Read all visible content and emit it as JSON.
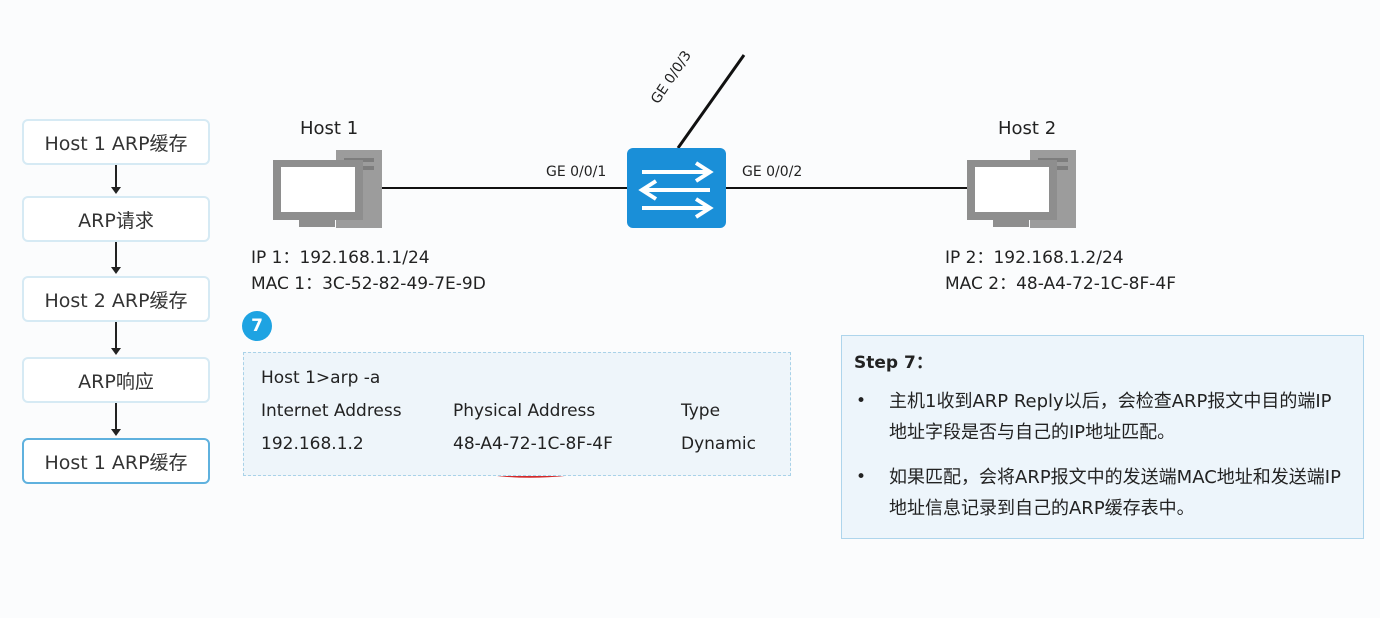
{
  "flow": {
    "steps": [
      {
        "label": "Host 1 ARP缓存"
      },
      {
        "label": "ARP请求"
      },
      {
        "label": "Host 2 ARP缓存"
      },
      {
        "label": "ARP响应"
      },
      {
        "label": "Host 1 ARP缓存"
      }
    ],
    "active_index": 4
  },
  "topology": {
    "host1": {
      "name": "Host 1",
      "ip": "IP 1：192.168.1.1/24",
      "mac": "MAC 1：3C-52-82-49-7E-9D"
    },
    "host2": {
      "name": "Host 2",
      "ip": "IP 2：192.168.1.2/24",
      "mac": "MAC 2：48-A4-72-1C-8F-4F"
    },
    "ports": {
      "p1": "GE 0/0/1",
      "p2": "GE 0/0/2",
      "p3": "GE 0/0/3"
    }
  },
  "step_badge": "7",
  "arp_table": {
    "command": "Host 1>arp -a",
    "headers": [
      "Internet Address",
      "Physical Address",
      "Type"
    ],
    "row": [
      "192.168.1.2",
      "48-A4-72-1C-8F-4F",
      "Dynamic"
    ]
  },
  "step_panel": {
    "title": "Step 7：",
    "bullets": [
      "主机1收到ARP Reply以后，会检查ARP报文中目的端IP地址字段是否与自己的IP地址匹配。",
      "如果匹配，会将ARP报文中的发送端MAC地址和发送端IP地址信息记录到自己的ARP缓存表中。"
    ]
  },
  "colors": {
    "switch": "#1a8fd8",
    "badge": "#1ea3e2",
    "annotation": "#d42a2a",
    "panel_border": "#aed5ec",
    "panel_bg": "#edf5fb"
  }
}
